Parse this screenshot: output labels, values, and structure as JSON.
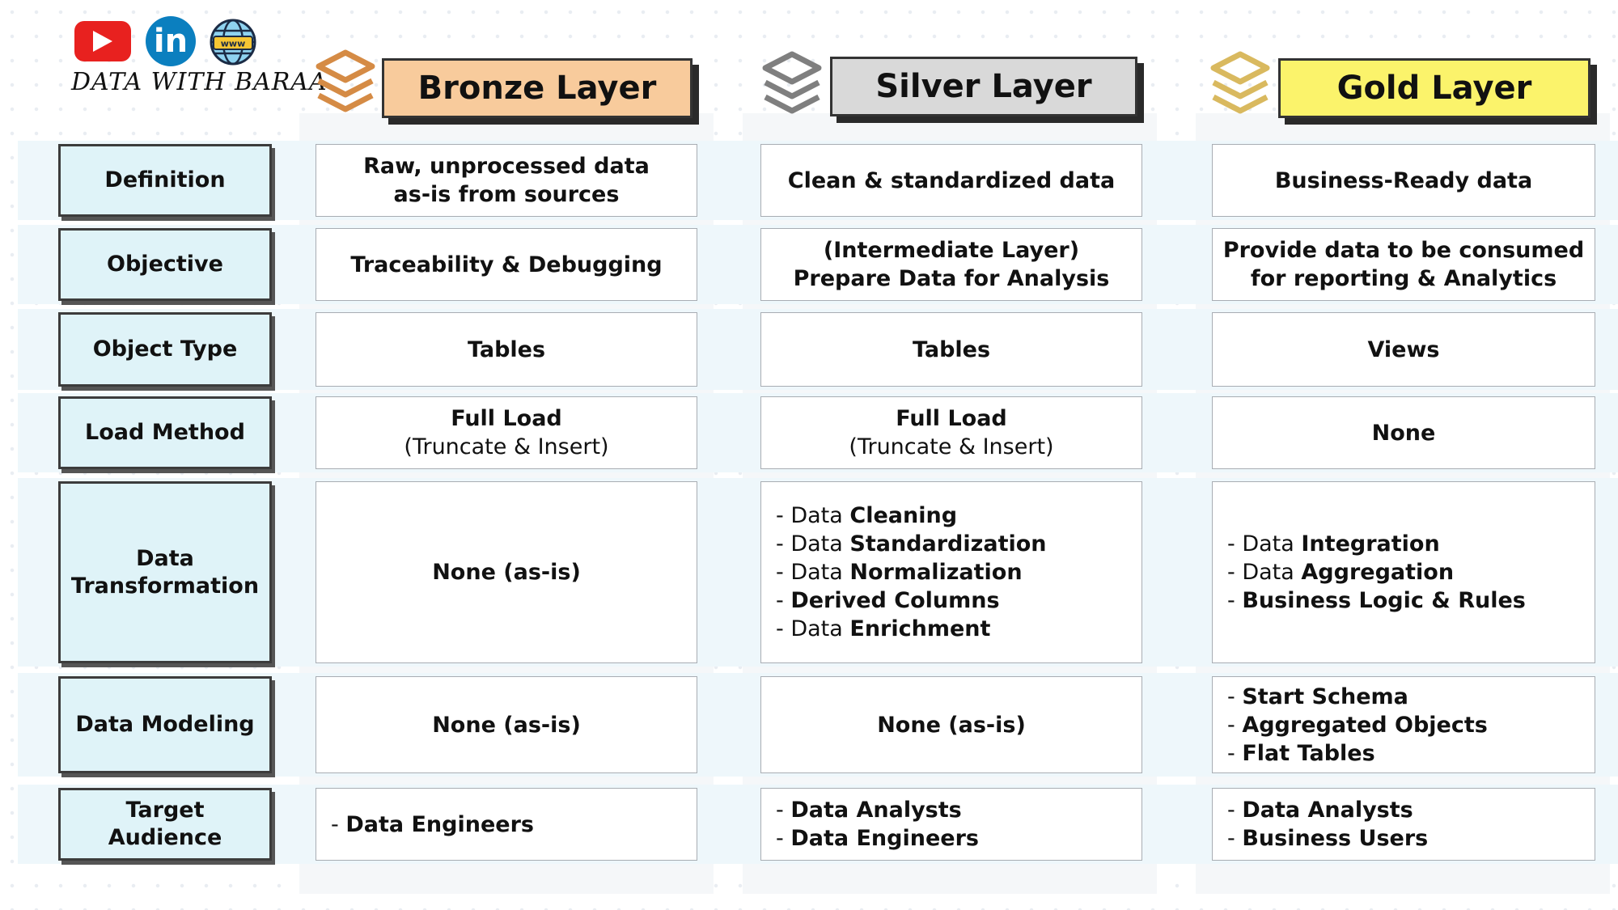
{
  "brand": {
    "name": "DATA WITH BARAA"
  },
  "icons": [
    "youtube-icon",
    "linkedin-icon",
    "website-icon"
  ],
  "colors": {
    "bronze": "#f8cb9c",
    "silver": "#d9d9d9",
    "gold": "#fbf36b",
    "label_bg": "#dff3f8"
  },
  "layers": [
    {
      "title": "Bronze Layer"
    },
    {
      "title": "Silver Layer"
    },
    {
      "title": "Gold Layer"
    }
  ],
  "rows": [
    {
      "label": "Definition",
      "cells": [
        {
          "lines": [
            "Raw, unprocessed data",
            "as-is from sources"
          ]
        },
        {
          "lines": [
            "Clean & standardized data"
          ]
        },
        {
          "lines": [
            "Business-Ready data"
          ]
        }
      ]
    },
    {
      "label": "Objective",
      "cells": [
        {
          "lines": [
            "Traceability & Debugging"
          ]
        },
        {
          "lines": [
            "(Intermediate Layer)",
            "Prepare Data for Analysis"
          ]
        },
        {
          "lines": [
            "Provide data to be consumed",
            "for reporting & Analytics"
          ]
        }
      ]
    },
    {
      "label": "Object Type",
      "cells": [
        {
          "lines": [
            "Tables"
          ]
        },
        {
          "lines": [
            "Tables"
          ]
        },
        {
          "lines": [
            "Views"
          ]
        }
      ]
    },
    {
      "label": "Load Method",
      "cells": [
        {
          "lines": [
            "Full Load",
            "(Truncate & Insert)"
          ]
        },
        {
          "lines": [
            "Full Load",
            "(Truncate & Insert)"
          ]
        },
        {
          "lines": [
            "None"
          ]
        }
      ]
    },
    {
      "label": "Data Transformation",
      "cells": [
        {
          "lines": [
            "None (as-is)"
          ]
        },
        {
          "items": [
            {
              "prefix": "- Data ",
              "bold": "Cleaning"
            },
            {
              "prefix": "- Data ",
              "bold": "Standardization"
            },
            {
              "prefix": "- Data ",
              "bold": "Normalization"
            },
            {
              "prefix": "- ",
              "bold": "Derived Columns"
            },
            {
              "prefix": "- Data ",
              "bold": "Enrichment"
            }
          ]
        },
        {
          "items": [
            {
              "prefix": "- Data ",
              "bold": "Integration"
            },
            {
              "prefix": "- Data ",
              "bold": "Aggregation"
            },
            {
              "prefix": "- ",
              "bold": "Business Logic & Rules"
            }
          ]
        }
      ]
    },
    {
      "label": "Data Modeling",
      "cells": [
        {
          "lines": [
            "None (as-is)"
          ]
        },
        {
          "lines": [
            "None (as-is)"
          ]
        },
        {
          "items": [
            {
              "prefix": "- ",
              "bold": "Start Schema"
            },
            {
              "prefix": "- ",
              "bold": "Aggregated Objects"
            },
            {
              "prefix": "- ",
              "bold": "Flat Tables"
            }
          ]
        }
      ]
    },
    {
      "label": "Target Audience",
      "cells": [
        {
          "items": [
            {
              "prefix": "- ",
              "bold": "Data Engineers"
            }
          ]
        },
        {
          "items": [
            {
              "prefix": "- ",
              "bold": "Data Analysts"
            },
            {
              "prefix": "- ",
              "bold": "Data Engineers"
            }
          ]
        },
        {
          "items": [
            {
              "prefix": "- ",
              "bold": "Data Analysts"
            },
            {
              "prefix": "- ",
              "bold": "Business Users"
            }
          ]
        }
      ]
    }
  ]
}
